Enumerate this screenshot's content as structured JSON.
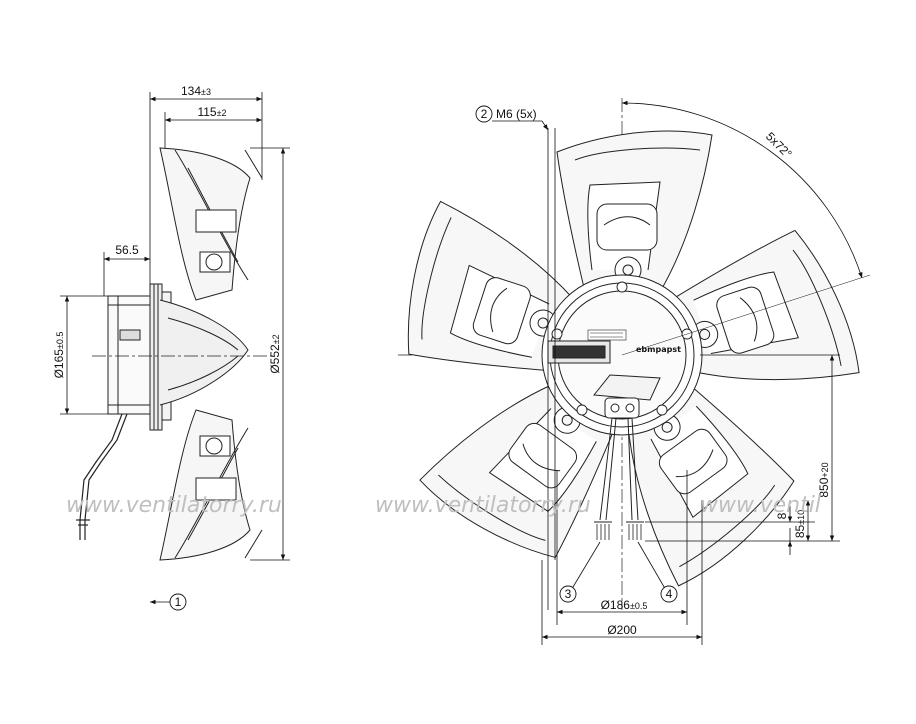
{
  "side_view": {
    "dims": {
      "depth_total": "134",
      "depth_total_tol": "±3",
      "depth_blade": "115",
      "depth_blade_tol": "±2",
      "motor_depth": "56.5",
      "motor_dia": "Ø165",
      "motor_dia_tol": "±0.5",
      "outer_dia": "Ø552",
      "outer_dia_tol": "±2"
    },
    "callout_1": "1"
  },
  "front_view": {
    "callout_2": "2",
    "thread_label": "M6 (5x)",
    "angle_label": "5x72°",
    "callout_3": "3",
    "callout_4": "4",
    "bolt_circle": "Ø186",
    "bolt_circle_tol": "±0.5",
    "hub_dia": "Ø200",
    "cable_len": "850",
    "cable_len_tol": "+20",
    "strip_len": "85",
    "strip_len_tol": "±10",
    "strip_short": "8",
    "brand_plate": "ebmpapst"
  },
  "watermarks": [
    "www.ventilatorry.ru",
    "www.ventilatorry.ru",
    "www.ventil"
  ]
}
